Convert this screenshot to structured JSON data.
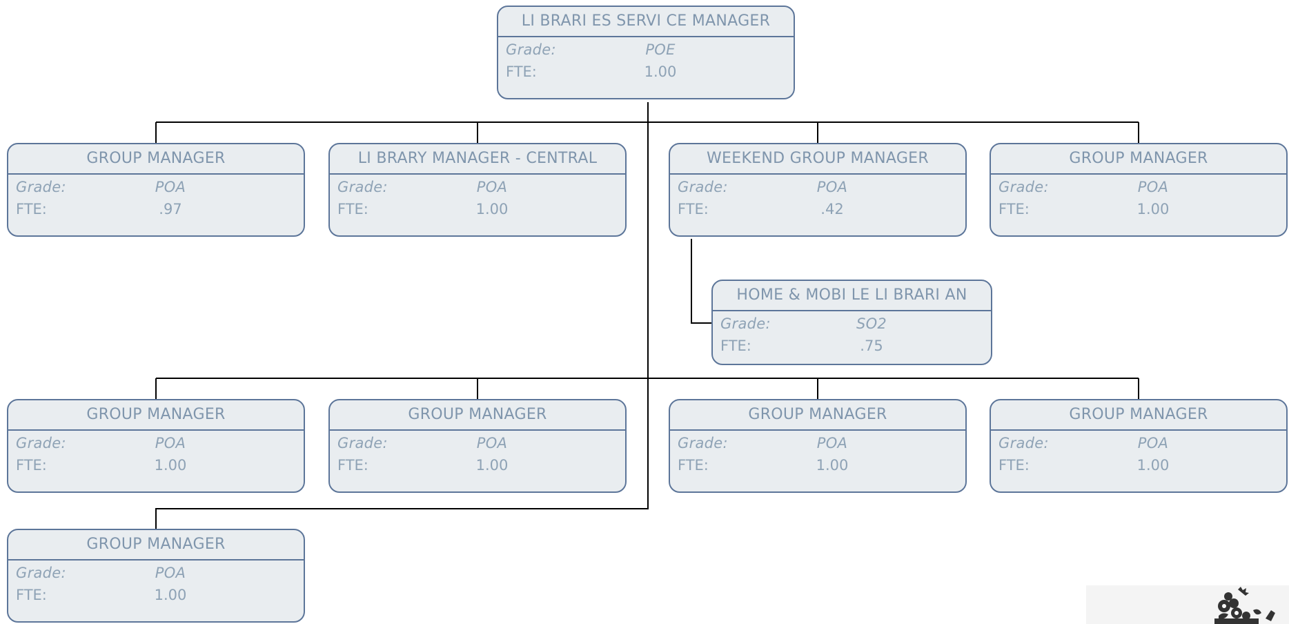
{
  "nodes": [
    {
      "id": "libraries-service-manager",
      "title": "LI BRARI ES SERVI CE MANAGER",
      "grade_label": "Grade:",
      "grade": "POE",
      "fte_label": "FTE:",
      "fte": "1.00"
    },
    {
      "id": "group-manager-1",
      "title": "GROUP MANAGER",
      "grade_label": "Grade:",
      "grade": "POA",
      "fte_label": "FTE:",
      "fte": ".97"
    },
    {
      "id": "library-manager-central",
      "title": "LI BRARY MANAGER - CENTRAL",
      "grade_label": "Grade:",
      "grade": "POA",
      "fte_label": "FTE:",
      "fte": "1.00"
    },
    {
      "id": "weekend-group-manager",
      "title": "WEEKEND GROUP MANAGER",
      "grade_label": "Grade:",
      "grade": "POA",
      "fte_label": "FTE:",
      "fte": ".42"
    },
    {
      "id": "group-manager-2",
      "title": "GROUP MANAGER",
      "grade_label": "Grade:",
      "grade": "POA",
      "fte_label": "FTE:",
      "fte": "1.00"
    },
    {
      "id": "home-mobile-librarian",
      "title": "HOME & MOBI LE LI BRARI AN",
      "grade_label": "Grade:",
      "grade": "SO2",
      "fte_label": "FTE:",
      "fte": ".75"
    },
    {
      "id": "group-manager-3",
      "title": "GROUP MANAGER",
      "grade_label": "Grade:",
      "grade": "POA",
      "fte_label": "FTE:",
      "fte": "1.00"
    },
    {
      "id": "group-manager-4",
      "title": "GROUP MANAGER",
      "grade_label": "Grade:",
      "grade": "POA",
      "fte_label": "FTE:",
      "fte": "1.00"
    },
    {
      "id": "group-manager-5",
      "title": "GROUP MANAGER",
      "grade_label": "Grade:",
      "grade": "POA",
      "fte_label": "FTE:",
      "fte": "1.00"
    },
    {
      "id": "group-manager-6",
      "title": "GROUP MANAGER",
      "grade_label": "Grade:",
      "grade": "POA",
      "fte_label": "FTE:",
      "fte": "1.00"
    },
    {
      "id": "group-manager-7",
      "title": "GROUP MANAGER",
      "grade_label": "Grade:",
      "grade": "POA",
      "fte_label": "FTE:",
      "fte": "1.00"
    }
  ],
  "reports_to": {
    "group-manager-1": "libraries-service-manager",
    "library-manager-central": "libraries-service-manager",
    "weekend-group-manager": "libraries-service-manager",
    "group-manager-2": "libraries-service-manager",
    "home-mobile-librarian": "weekend-group-manager",
    "group-manager-3": "libraries-service-manager",
    "group-manager-4": "libraries-service-manager",
    "group-manager-5": "libraries-service-manager",
    "group-manager-6": "libraries-service-manager",
    "group-manager-7": "libraries-service-manager"
  },
  "colors": {
    "box_fill": "#e9edf0",
    "box_border": "#5c7599",
    "text": "#8ea2b5",
    "connector": "#000000"
  },
  "crest": {
    "icon": "council-crest-icon"
  }
}
